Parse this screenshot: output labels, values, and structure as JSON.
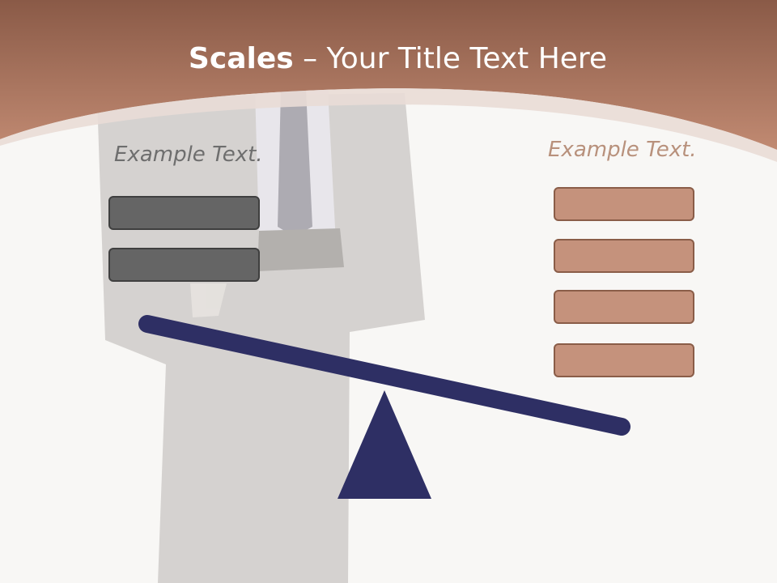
{
  "title": {
    "bold": "Scales",
    "rest": " – Your Title Text Here"
  },
  "left_group": {
    "label": "Example Text.",
    "boxes": 2
  },
  "right_group": {
    "label": "Example Text.",
    "boxes": 4
  },
  "colors": {
    "header": "#b07a62",
    "beam": "#2e2f64",
    "grey_box": "#656565",
    "tan_box": "#c5927c",
    "right_label": "#b8917c"
  }
}
